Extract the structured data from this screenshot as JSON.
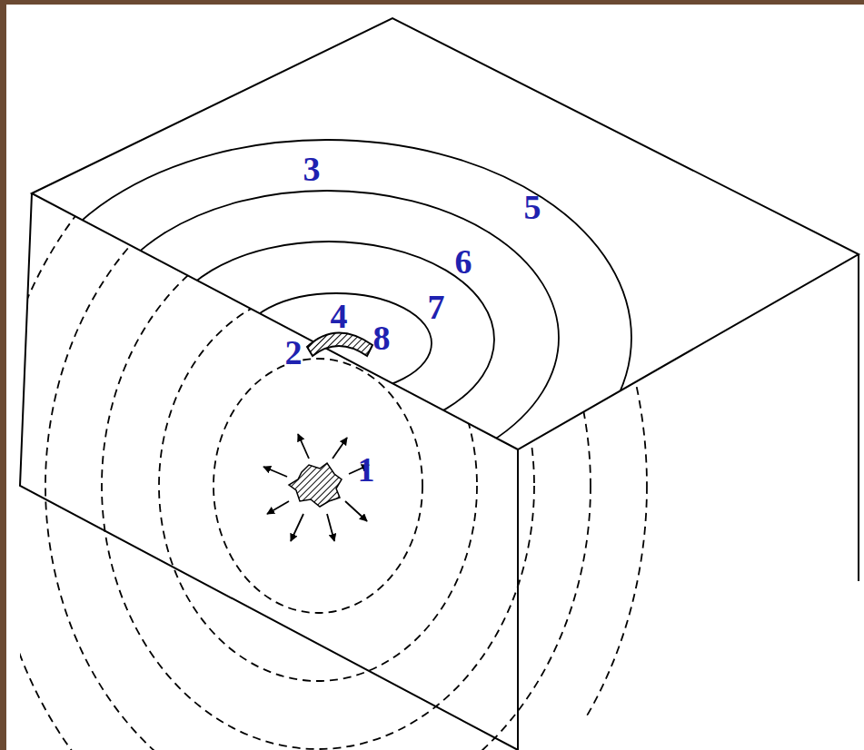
{
  "diagram": {
    "labels": [
      "3",
      "5",
      "6",
      "7",
      "4",
      "8",
      "2",
      "1"
    ]
  }
}
